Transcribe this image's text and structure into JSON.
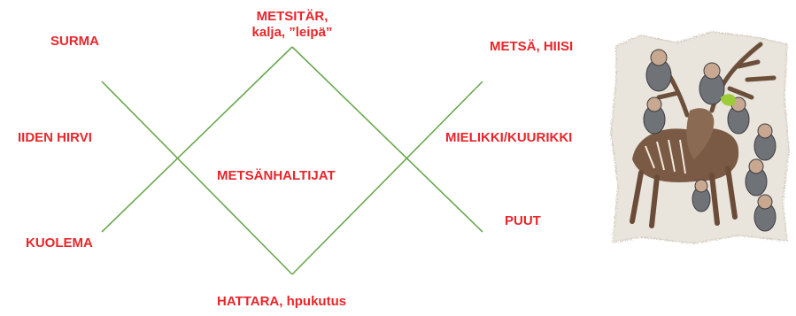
{
  "diagram": {
    "top_label_line1": "METSITÄR,",
    "top_label_line2": "kalja, ”leipä”",
    "center_label": "METSÄNHALTIJAT",
    "bottom_label": "HATTARA, hpukutus",
    "left_labels": [
      "SURMA",
      "IIDEN HIRVI",
      "KUOLEMA"
    ],
    "right_labels": [
      "METSÄ, HIISI",
      "MIELIKKI/KUURIKKI",
      "PUUT"
    ],
    "line_color": "#6aa84f",
    "label_color": "#e8262b"
  },
  "illustration": {
    "subject": "moose with forest spirits (painted illustration)"
  }
}
